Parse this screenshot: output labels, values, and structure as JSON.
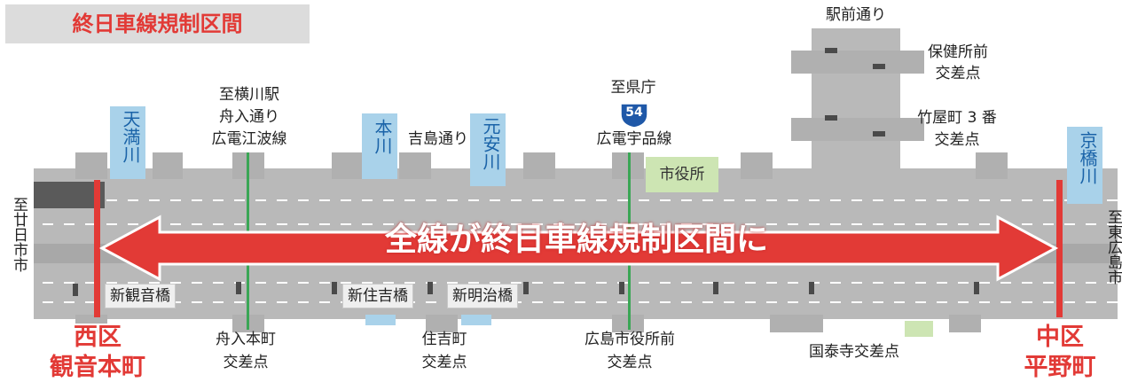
{
  "banner": {
    "title": "終日車線規制区間"
  },
  "headline": "全線が終日車線規制区間に",
  "endpoints": {
    "west_line1": "西区",
    "west_line2": "観音本町",
    "east_line1": "中区",
    "east_line2": "平野町"
  },
  "directions": {
    "west": "至廿日市市",
    "east": "至東広島市"
  },
  "rivers": {
    "tenma": "天満川",
    "hon": "本川",
    "motoyasu": "元安川",
    "kyobashi": "京橋川"
  },
  "bridges": {
    "shinkannon": "新観音橋",
    "shinsumiyoshi": "新住吉橋",
    "shinmeiji": "新明治橋"
  },
  "top_labels": {
    "yokogawa_l1": "至横川駅",
    "yokogawa_l2": "舟入通り",
    "yokogawa_l3": "広電江波線",
    "yoshijima": "吉島通り",
    "kencho": "至県庁",
    "ujina": "広電宇品線",
    "ekimae": "駅前通り",
    "hoken_l1": "保健所前",
    "hoken_l2": "交差点",
    "takeya_l1": "竹屋町 3 番",
    "takeya_l2": "交差点"
  },
  "route": {
    "number": "54"
  },
  "city_hall": "市役所",
  "bottom_labels": {
    "funairi_l1": "舟入本町",
    "funairi_l2": "交差点",
    "sumiyoshi_l1": "住吉町",
    "sumiyoshi_l2": "交差点",
    "shiyakusho_l1": "広島市役所前",
    "shiyakusho_l2": "交差点",
    "kokutaiji": "国泰寺交差点"
  },
  "colors": {
    "accent_red": "#e23a36",
    "river_blue": "#a9d2ea",
    "road_gray": "#b9b9b9",
    "banner_bg": "#dcdcdc",
    "park_green": "#cde5b3"
  }
}
